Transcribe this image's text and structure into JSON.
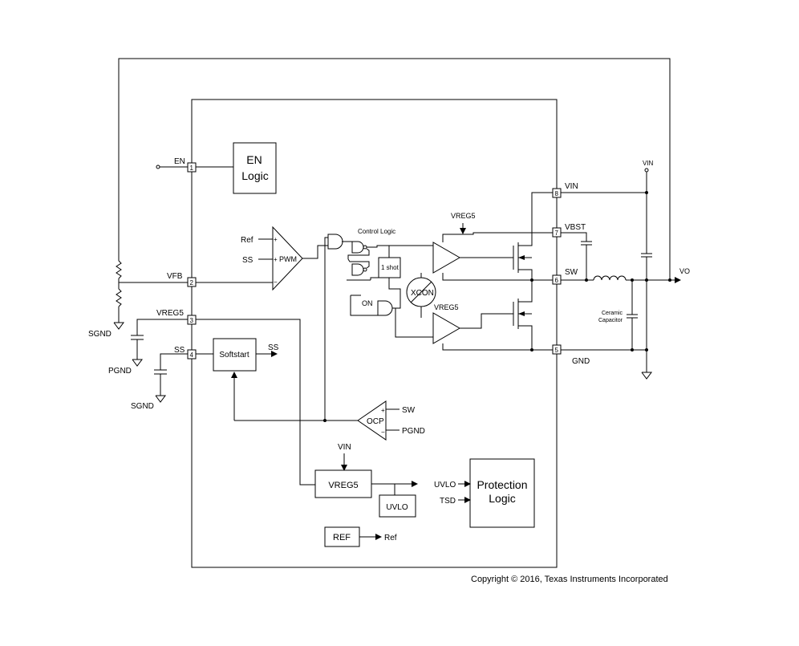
{
  "pins": {
    "en": {
      "num": "1",
      "label": "EN"
    },
    "vfb": {
      "num": "2",
      "label": "VFB"
    },
    "vreg5": {
      "num": "3",
      "label": "VREG5"
    },
    "ss": {
      "num": "4",
      "label": "SS"
    },
    "gnd": {
      "num": "5",
      "label": "GND"
    },
    "sw": {
      "num": "6",
      "label": "SW"
    },
    "vbst": {
      "num": "7",
      "label": "VBST"
    },
    "vin": {
      "num": "8",
      "label": "VIN"
    }
  },
  "blocks": {
    "en_logic": {
      "line1": "EN",
      "line2": "Logic"
    },
    "pwm": {
      "label": "PWM",
      "in_plus_1": "Ref",
      "in_plus_2": "SS"
    },
    "control_logic": "Control Logic",
    "one_shot": "1 shot",
    "on": "ON",
    "xcon": "XCON",
    "vreg5_top": "VREG5",
    "vreg5_mid": "VREG5",
    "softstart": {
      "label": "Softstart",
      "out": "SS"
    },
    "ocp": {
      "label": "OCP",
      "in_sw": "SW",
      "in_pgnd": "PGND"
    },
    "vreg5_block": {
      "label": "VREG5",
      "in": "VIN"
    },
    "uvlo_block": "UVLO",
    "protection": {
      "line1": "Protection",
      "line2": "Logic",
      "in_uvlo": "UVLO",
      "in_tsd": "TSD"
    },
    "ref_block": {
      "label": "REF",
      "out": "Ref"
    }
  },
  "external": {
    "sgnd_1": "SGND",
    "pgnd": "PGND",
    "sgnd_2": "SGND",
    "vin": "VIN",
    "vo": "VO",
    "cap_line1": "Ceramic",
    "cap_line2": "Capacitor"
  },
  "copyright": "Copyright © 2016, Texas Instruments Incorporated"
}
